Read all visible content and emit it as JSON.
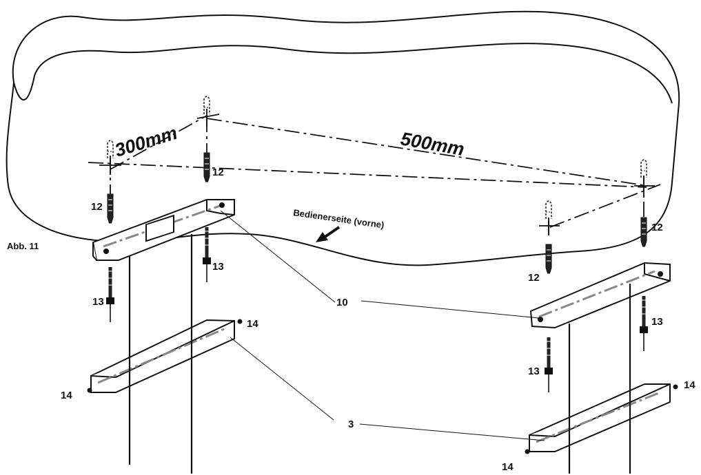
{
  "figure": {
    "caption": "Abb. 11",
    "dimensions": {
      "depth": "300mm",
      "width": "500mm"
    },
    "operator_side": "Bedienerseite (vorne)",
    "callouts": {
      "bracket": "10",
      "tray": "3",
      "dowel": "12",
      "bolt": "13",
      "screw": "14"
    }
  }
}
